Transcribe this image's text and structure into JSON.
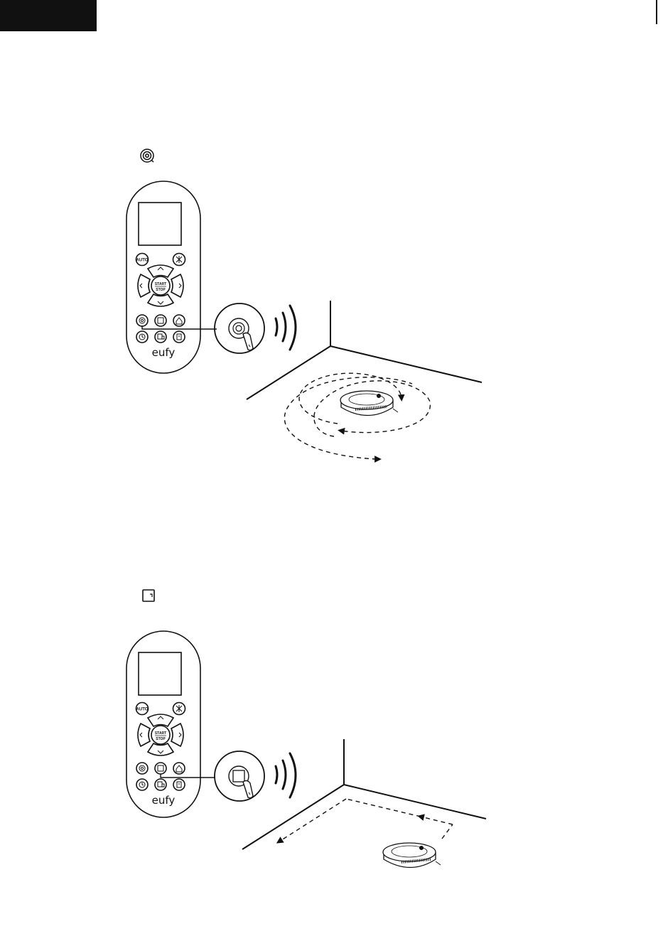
{
  "page": {
    "corner_tab": {
      "color": "#111111"
    }
  },
  "remote": {
    "auto_label": "AUTO",
    "start_label": "START",
    "stop_label": "STOP",
    "brand": "eufy"
  },
  "sections": [
    {
      "mode_icon": "spiral-clean-icon",
      "highlighted_button": "spot-clean",
      "path": "spiral"
    },
    {
      "mode_icon": "edge-clean-icon",
      "highlighted_button": "edge-clean",
      "path": "along-walls"
    }
  ],
  "colors": {
    "ink": "#111111",
    "background": "#ffffff"
  }
}
